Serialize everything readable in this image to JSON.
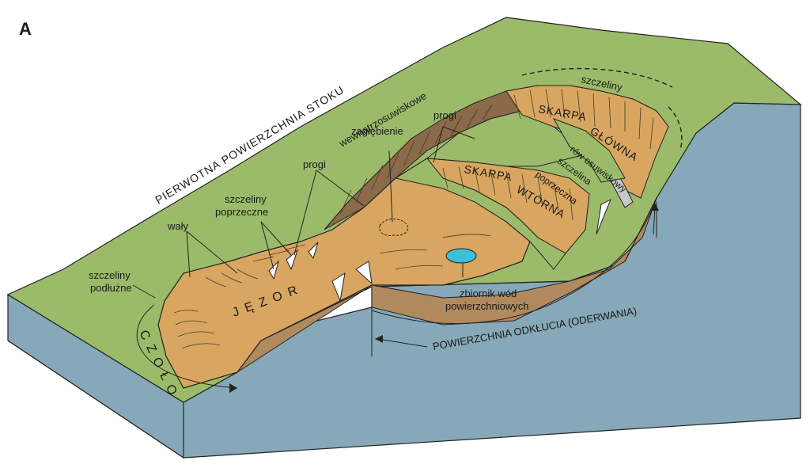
{
  "panel_label": "A",
  "labels": {
    "surface": "PIERWOTNA POWIERZCHNIA STOKU",
    "cracks_top": "szczeliny",
    "main_scarp_1": "SKARPA",
    "main_scarp_2": "GŁÓWNA",
    "graben": "rów osuwiskowy",
    "cross_crack_1": "szczelina",
    "cross_crack_2": "poprzeczna",
    "secondary_scarp_1": "SKARPA",
    "secondary_scarp_2": "WTÓRNA",
    "steps_top": "progi",
    "depression_1": "zagłębienie",
    "depression_2": "wewnątrzosuwiskowe",
    "steps_left": "progi",
    "cross_cracks_1": "szczeliny",
    "cross_cracks_2": "poprzeczne",
    "ridges": "wały",
    "long_cracks_1": "szczeliny",
    "long_cracks_2": "podłużne",
    "tongue": "J Ę Z O R",
    "toe": "C Z O Ł O",
    "pond_1": "zbiornik wód",
    "pond_2": "powierzchniowych",
    "rupture_surface": "POWIERZCHNIA ODKŁUCIA (ODERWANIA)"
  },
  "colors": {
    "slope_green": "#9cbb6a",
    "landslide_tan": "#d8a660",
    "bedrock_blue": "#86a8b8",
    "side_brown": "#b08a5e",
    "scarp_brown": "#8a6a48",
    "pond_blue": "#3ec0d8"
  }
}
